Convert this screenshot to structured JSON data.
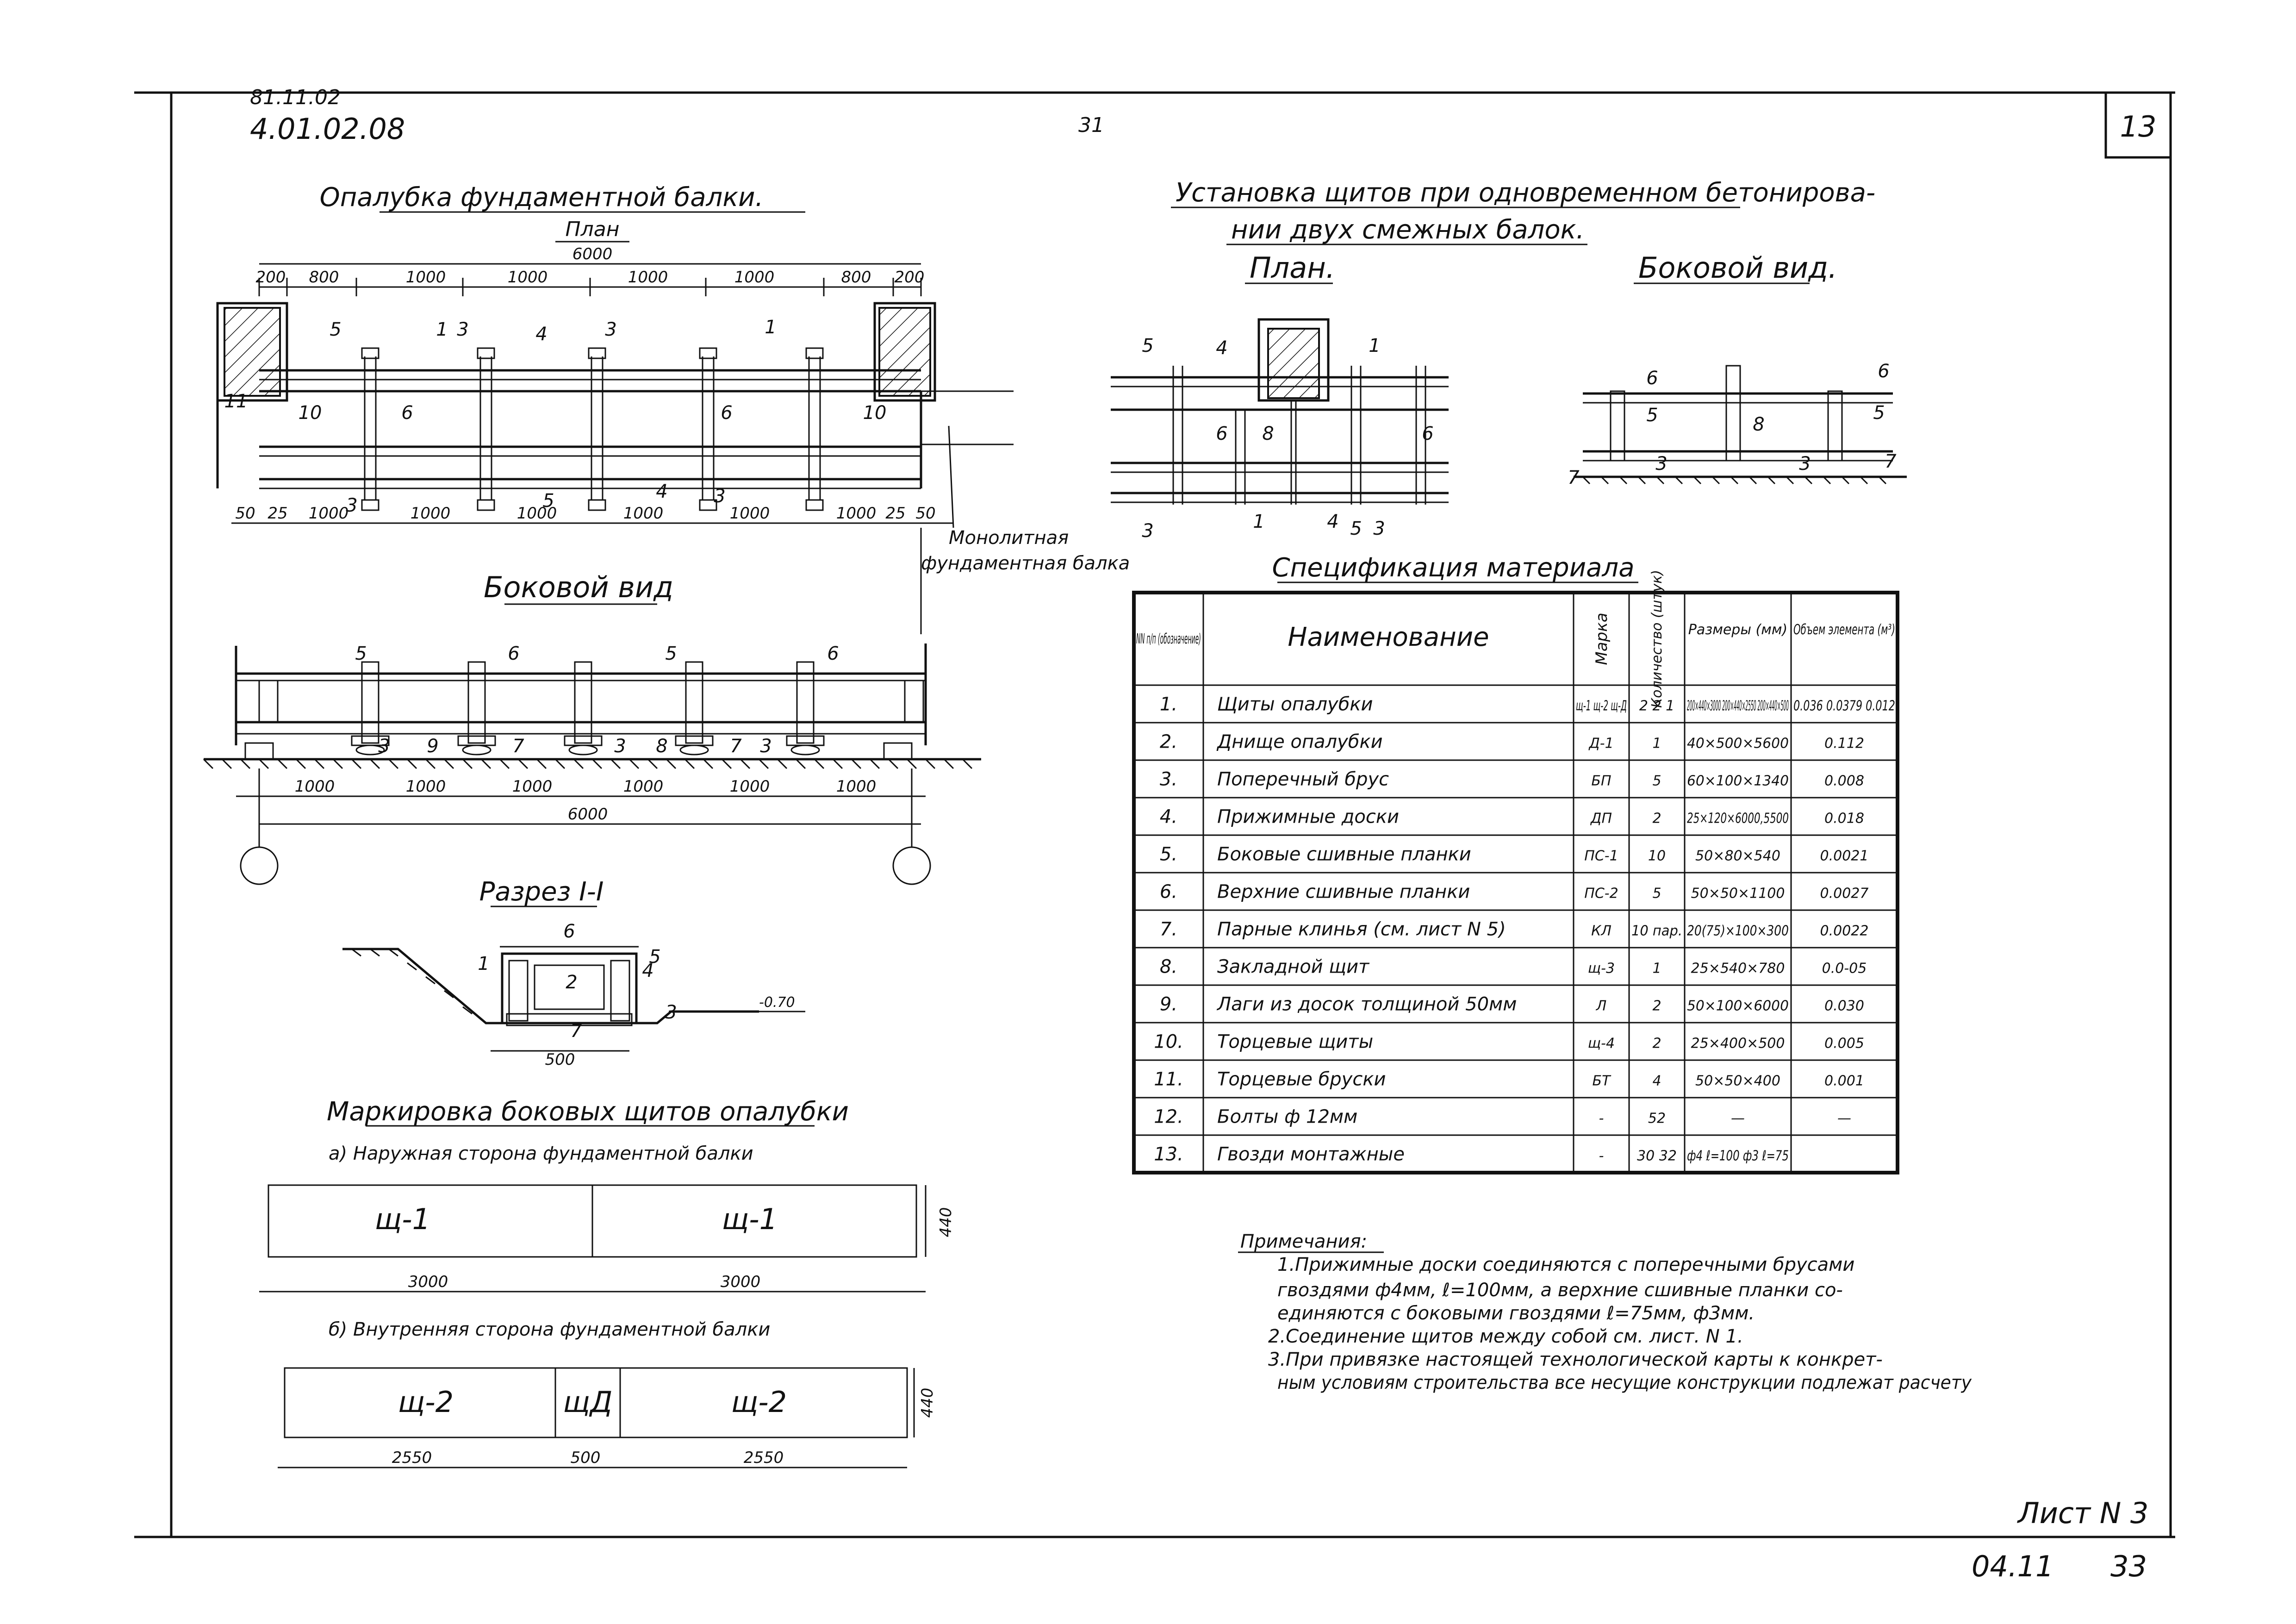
{
  "header": {
    "code_top": "81.11.02",
    "code": "4.01.02.08",
    "page_center": "31",
    "sheet_number": "13"
  },
  "plan_block": {
    "title": "Опалубка фундаментной балки.",
    "subtitle": "План",
    "overall_dim": "6000",
    "top_dims": [
      "200",
      "800",
      "1000",
      "1000",
      "1000",
      "1000",
      "800",
      "200"
    ],
    "bottom_dims": [
      "50",
      "25",
      "1000",
      "1000",
      "1000",
      "1000",
      "1000",
      "1000",
      "25",
      "50"
    ],
    "callouts": [
      "5",
      "1",
      "3",
      "4",
      "3",
      "1",
      "11",
      "10",
      "6",
      "6",
      "10",
      "3",
      "5",
      "4",
      "3"
    ],
    "monolithic_label_1": "Монолитная",
    "monolithic_label_2": "фундаментная балка"
  },
  "side_view_block": {
    "title": "Боковой вид",
    "callouts": [
      "5",
      "6",
      "5",
      "6",
      "3",
      "9",
      "7",
      "3",
      "8",
      "7",
      "3"
    ],
    "dims": [
      "1000",
      "1000",
      "1000",
      "1000",
      "1000",
      "1000"
    ],
    "overall_dim": "6000"
  },
  "section_block": {
    "title": "Разрез I-I",
    "callouts": [
      "6",
      "1",
      "2",
      "4",
      "5",
      "3",
      "7"
    ],
    "level": "-0.70",
    "dim": "500"
  },
  "marking_block": {
    "title": "Маркировка боковых щитов опалубки",
    "outer_caption": "а) Наружная сторона фундаментной балки",
    "outer_panels": [
      "щ-1",
      "щ-1"
    ],
    "outer_dims": [
      "3000",
      "3000"
    ],
    "outer_height": "440",
    "inner_caption": "б) Внутренняя сторона фундаментной балки",
    "inner_panels": [
      "щ-2",
      "щД",
      "щ-2"
    ],
    "inner_dims": [
      "2550",
      "500",
      "2550"
    ],
    "inner_height": "440"
  },
  "install_block": {
    "title_1": "Установка щитов при одновременном бетонирова-",
    "title_2": "нии двух смежных балок.",
    "plan_label": "План.",
    "side_label": "Боковой вид.",
    "plan_callouts": [
      "5",
      "4",
      "1",
      "6",
      "8",
      "6",
      "3",
      "1",
      "4",
      "5",
      "3"
    ],
    "side_callouts": [
      "6",
      "5",
      "8",
      "6",
      "5",
      "7",
      "3",
      "3",
      "7"
    ]
  },
  "spec": {
    "title": "Спецификация материала",
    "headers": {
      "num": "NN п/п (обозначение)",
      "name": "Наименование",
      "mark": "Марка",
      "qty": "Количество (штук)",
      "size": "Размеры (мм)",
      "volume": "Объем элемента (м³)"
    },
    "rows": [
      {
        "num": "1.",
        "name": "Щиты опалубки",
        "mark": "щ-1 щ-2 щ-Д",
        "qty": "2 2 1",
        "size": "200×440×3000 200×440×2550 200×440×500",
        "volume": "0.036 0.0379 0.012"
      },
      {
        "num": "2.",
        "name": "Днище опалубки",
        "mark": "Д-1",
        "qty": "1",
        "size": "40×500×5600",
        "volume": "0.112"
      },
      {
        "num": "3.",
        "name": "Поперечный брус",
        "mark": "БП",
        "qty": "5",
        "size": "60×100×1340",
        "volume": "0.008"
      },
      {
        "num": "4.",
        "name": "Прижимные доски",
        "mark": "ДП",
        "qty": "2",
        "size": "25×120×6000,5500",
        "volume": "0.018"
      },
      {
        "num": "5.",
        "name": "Боковые сшивные планки",
        "mark": "ПС-1",
        "qty": "10",
        "size": "50×80×540",
        "volume": "0.0021"
      },
      {
        "num": "6.",
        "name": "Верхние сшивные планки",
        "mark": "ПС-2",
        "qty": "5",
        "size": "50×50×1100",
        "volume": "0.0027"
      },
      {
        "num": "7.",
        "name": "Парные клинья (см. лист N 5)",
        "mark": "КЛ",
        "qty": "10 пар.",
        "size": "20(75)×100×300",
        "volume": "0.0022"
      },
      {
        "num": "8.",
        "name": "Закладной щит",
        "mark": "щ-3",
        "qty": "1",
        "size": "25×540×780",
        "volume": "0.0-05"
      },
      {
        "num": "9.",
        "name": "Лаги из досок толщиной 50мм",
        "mark": "Л",
        "qty": "2",
        "size": "50×100×6000",
        "volume": "0.030"
      },
      {
        "num": "10.",
        "name": "Торцевые щиты",
        "mark": "щ-4",
        "qty": "2",
        "size": "25×400×500",
        "volume": "0.005"
      },
      {
        "num": "11.",
        "name": "Торцевые бруски",
        "mark": "БТ",
        "qty": "4",
        "size": "50×50×400",
        "volume": "0.001"
      },
      {
        "num": "12.",
        "name": "Болты ф 12мм",
        "mark": "-",
        "qty": "52",
        "size": "—",
        "volume": "—"
      },
      {
        "num": "13.",
        "name": "Гвозди монтажные",
        "mark": "-",
        "qty": "30 32",
        "size": "ф4 ℓ=100 ф3 ℓ=75",
        "volume": ""
      }
    ]
  },
  "notes": {
    "title": "Примечания:",
    "lines": [
      "1.Прижимные доски соединяются с поперечными брусами",
      "гвоздями ф4мм, ℓ=100мм, а верхние сшивные планки со-",
      "единяются с боковыми гвоздями ℓ=75мм, ф3мм.",
      "2.Соединение щитов между собой см. лист. N 1.",
      "3.При привязке настоящей технологической карты к конкрет-",
      "ным условиям строительства все несущие конструкции подлежат расчету"
    ]
  },
  "footer": {
    "sheet_label": "Лист N 3",
    "code": "04.11",
    "page": "33"
  }
}
